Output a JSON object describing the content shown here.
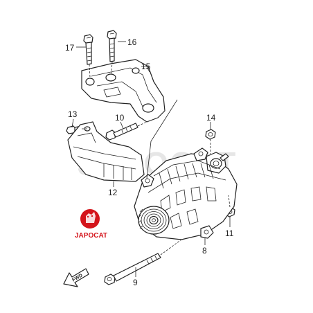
{
  "watermark": "JAPOCAT",
  "logo": {
    "text": "JAPOCAT",
    "color": "#d4141b"
  },
  "fwd_arrow": {
    "text": "FWD"
  },
  "callouts": [
    "17",
    "16",
    "15",
    "13",
    "10",
    "14",
    "12",
    "11",
    "8",
    "9"
  ]
}
